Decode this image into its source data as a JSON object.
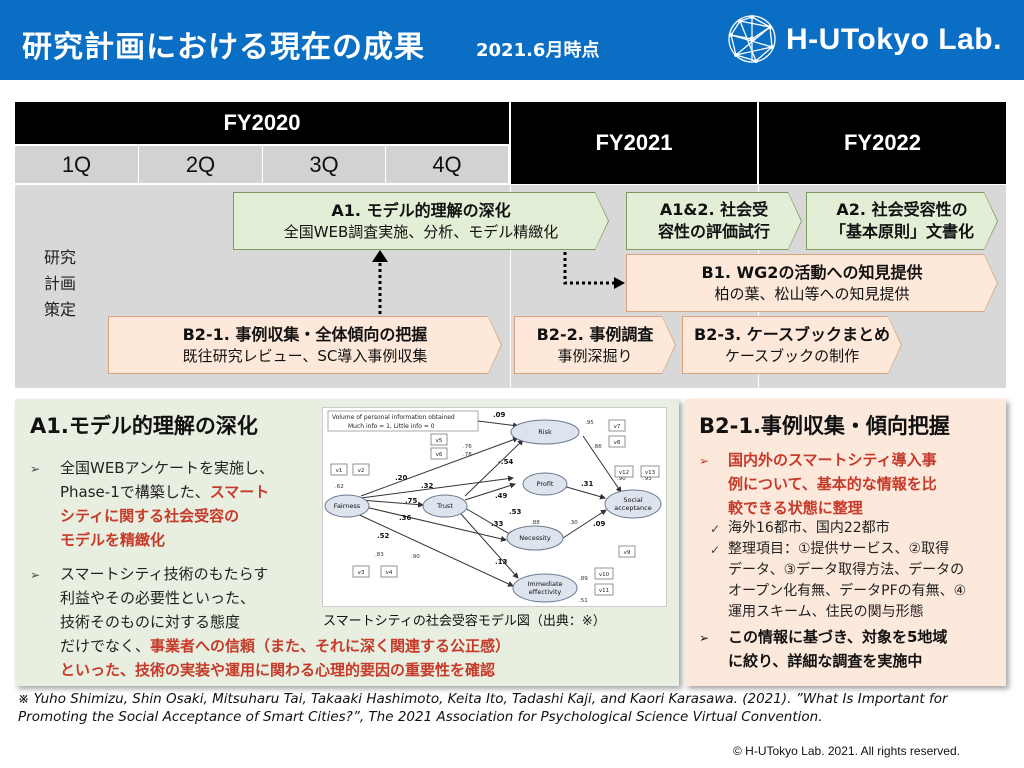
{
  "header": {
    "title": "研究計画における現在の成果",
    "date": "2021.6月時点",
    "logo_text": "H-UTokyo Lab."
  },
  "timeline": {
    "fy2020": "FY2020",
    "fy2021": "FY2021",
    "fy2022": "FY2022",
    "quarters": [
      "1Q",
      "2Q",
      "3Q",
      "4Q"
    ],
    "plan_label": [
      "研究",
      "計画",
      "策定"
    ]
  },
  "tasks": {
    "a1": {
      "title": "A1. モデル的理解の深化",
      "sub": "全国WEB調査実施、分析、モデル精緻化"
    },
    "a12": {
      "title_line1": "A1&2. 社会受",
      "title_line2": "容性の評価試行"
    },
    "a2": {
      "title_line1": "A2. 社会受容性の",
      "title_line2": "「基本原則」文書化"
    },
    "b1": {
      "title": "B1. WG2の活動への知見提供",
      "sub": "柏の葉、松山等への知見提供"
    },
    "b21": {
      "title": "B2-1. 事例収集・全体傾向の把握",
      "sub": "既往研究レビュー、SC導入事例収集"
    },
    "b22": {
      "title": "B2-2. 事例調査",
      "sub": "事例深掘り"
    },
    "b23": {
      "title": "B2-3. ケースブックまとめ",
      "sub": "ケースブックの制作"
    }
  },
  "left_panel": {
    "heading": "A1.モデル的理解の深化",
    "b1_line1": "全国WEBアンケートを実施し、",
    "b1_line2_plain": "Phase-1で構築した、",
    "b1_line2_red": "スマート",
    "b1_line3": "シティに関する社会受容の",
    "b1_line4": "モデルを精緻化",
    "b2_line1": "スマートシティ技術のもたらす",
    "b2_line2": "利益やその必要性といった、",
    "b2_line3": "技術そのものに対する態度",
    "b2_line4_plain": "だけでなく、",
    "b2_line4_red": "事業者への信頼（また、それに深く関連する公正感）",
    "b2_line5": "といった、技術の実装や運用に関わる心理的要因の重要性を確認",
    "figure_caption": "スマートシティの社会受容モデル図（出典：※）"
  },
  "figure": {
    "legend_line1": "Volume of personal information obtained",
    "legend_line2": "Much info = 1, Little info = 0",
    "nodes": {
      "fairness": "Fairness",
      "trust": "Trust",
      "risk": "Risk",
      "profit": "Profit",
      "necessity": "Necessity",
      "immediate1": "Immediate",
      "immediate2": "effectivity",
      "social1": "Social",
      "social2": "acceptance"
    },
    "coefficients": [
      ".09",
      "-.54",
      ".20",
      ".32",
      ".75",
      ".49",
      ".31",
      ".36",
      ".53",
      ".33",
      ".09",
      ".13",
      ".52",
      ".90",
      ".83",
      ".78",
      ".76",
      ".95",
      ".86",
      ".90",
      ".93",
      ".88",
      ".30",
      ".51",
      ".89",
      ".62"
    ],
    "indicators": [
      "v1",
      "v2",
      "v3",
      "v4",
      "v5",
      "v6",
      "v7",
      "v8",
      "v9",
      "v10",
      "v11",
      "v12",
      "v13"
    ]
  },
  "right_panel": {
    "heading": "B2-1.事例収集・傾向把握",
    "red_line1": "国内外のスマートシティ導入事",
    "red_line2": "例について、基本的な情報を比",
    "red_line3": "較できる状態に整理",
    "c1": "海外16都市、国内22都市",
    "c2_line1": "整理項目：①提供サービス、②取得",
    "c2_line2": "データ、③データ取得方法、データの",
    "c2_line3": "オープン化有無、データPFの有無、④",
    "c2_line4": "運用スキーム、住民の関与形態",
    "b_line1": "この情報に基づき、対象を5地域",
    "b_line2": "に絞り、詳細な調査を実施中"
  },
  "citation": "※ Yuho Shimizu, Shin Osaki, Mitsuharu Tai, Takaaki Hashimoto, Keita Ito, Tadashi Kaji, and Kaori Karasawa. (2021). ”What Is Important for Promoting the Social Acceptance of Smart Cities?”, The 2021 Association for Psychological Science Virtual Convention.",
  "copyright": "© H-UTokyo Lab. 2021. All rights reserved.",
  "colors": {
    "header_blue": "#0a6fc4",
    "green_box": "#e2efd6",
    "peach_box": "#fde8d9",
    "accent_red": "#c63a2a"
  }
}
